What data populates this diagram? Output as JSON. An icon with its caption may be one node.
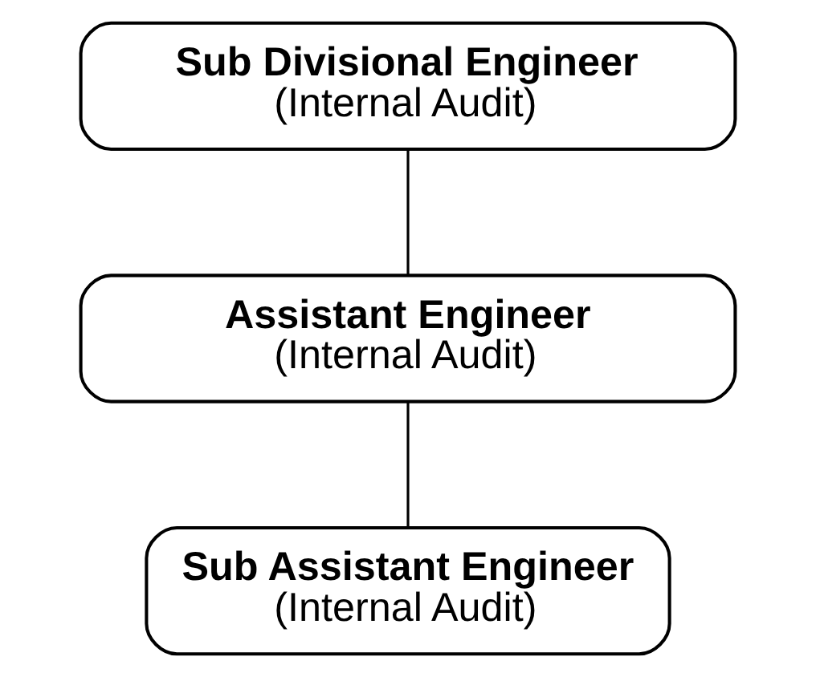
{
  "diagram": {
    "nodes": [
      {
        "text": [
          "Sub Divisional Engineer",
          "(Internal Audit)"
        ]
      },
      {
        "text": [
          "Assistant Engineer",
          "(Internal Audit)"
        ]
      },
      {
        "text": [
          "Sub Assistant Engineer",
          "(Internal Audit)"
        ]
      }
    ],
    "edges": [
      {
        "from": 0,
        "to": 1,
        "arrow": "none"
      },
      {
        "from": 1,
        "to": 2,
        "arrow": "none"
      }
    ]
  }
}
